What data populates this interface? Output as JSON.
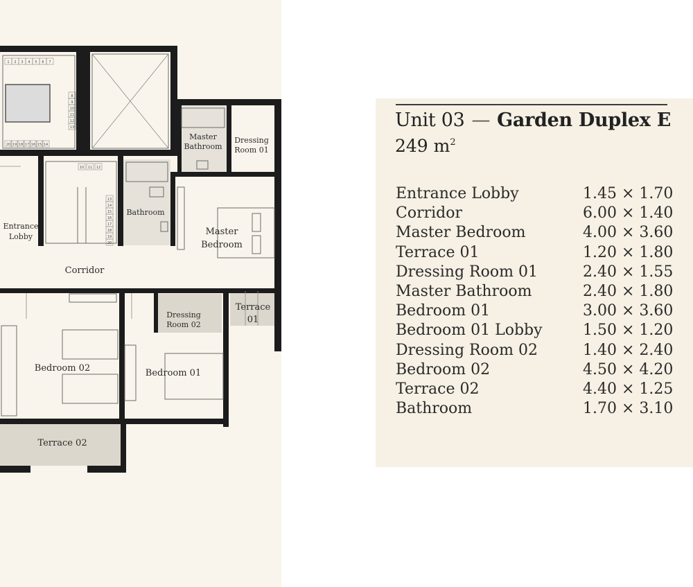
{
  "unit": {
    "number": "Unit 03",
    "separator": "—",
    "name": "Garden Duplex E",
    "area_value": "249 m",
    "area_sup": "2"
  },
  "rooms": [
    {
      "name": "Entrance Lobby",
      "dims": "1.45 × 1.70"
    },
    {
      "name": "Corridor",
      "dims": "6.00 × 1.40"
    },
    {
      "name": "Master Bedroom",
      "dims": "4.00 × 3.60"
    },
    {
      "name": "Terrace 01",
      "dims": "1.20 × 1.80"
    },
    {
      "name": "Dressing Room 01",
      "dims": "2.40 × 1.55"
    },
    {
      "name": "Master Bathroom",
      "dims": "2.40 × 1.80"
    },
    {
      "name": "Bedroom 01",
      "dims": "3.00 × 3.60"
    },
    {
      "name": "Bedroom 01 Lobby",
      "dims": "1.50 × 1.20"
    },
    {
      "name": "Dressing Room 02",
      "dims": "1.40 × 2.40"
    },
    {
      "name": "Bedroom 02",
      "dims": "4.50 × 4.20"
    },
    {
      "name": "Terrace 02",
      "dims": "4.40 × 1.25"
    },
    {
      "name": "Bathroom",
      "dims": "1.70 × 3.10"
    }
  ],
  "plan_labels": {
    "master_bathroom_1": "Master",
    "master_bathroom_2": "Bathroom",
    "dressing_01_1": "Dressing",
    "dressing_01_2": "Room 01",
    "bathroom": "Bathroom",
    "entrance_1": "Entrance",
    "entrance_2": "Lobby",
    "master_bedroom_1": "Master",
    "master_bedroom_2": "Bedroom",
    "corridor": "Corridor",
    "dressing_02_1": "Dressing",
    "dressing_02_2": "Room 02",
    "terrace_01_1": "Terrace",
    "terrace_01_2": "01",
    "bedroom_02": "Bedroom 02",
    "bedroom_01": "Bedroom 01",
    "terrace_02": "Terrace 02"
  },
  "stairs": {
    "top_row": [
      "1",
      "2",
      "3",
      "4",
      "5",
      "6",
      "7"
    ],
    "right_col": [
      "8",
      "9",
      "10",
      "11",
      "12",
      "13"
    ],
    "bottom_row": [
      "20",
      "19",
      "18",
      "17",
      "16",
      "15",
      "14"
    ],
    "inner_top": [
      "10",
      "11",
      "12"
    ],
    "inner_right": [
      "13",
      "14",
      "15",
      "16",
      "17",
      "18",
      "19",
      "20"
    ]
  },
  "colors": {
    "plan_background": "#faf5ec",
    "wall": "#1c1c1c",
    "card_background": "#f6f1e4"
  }
}
